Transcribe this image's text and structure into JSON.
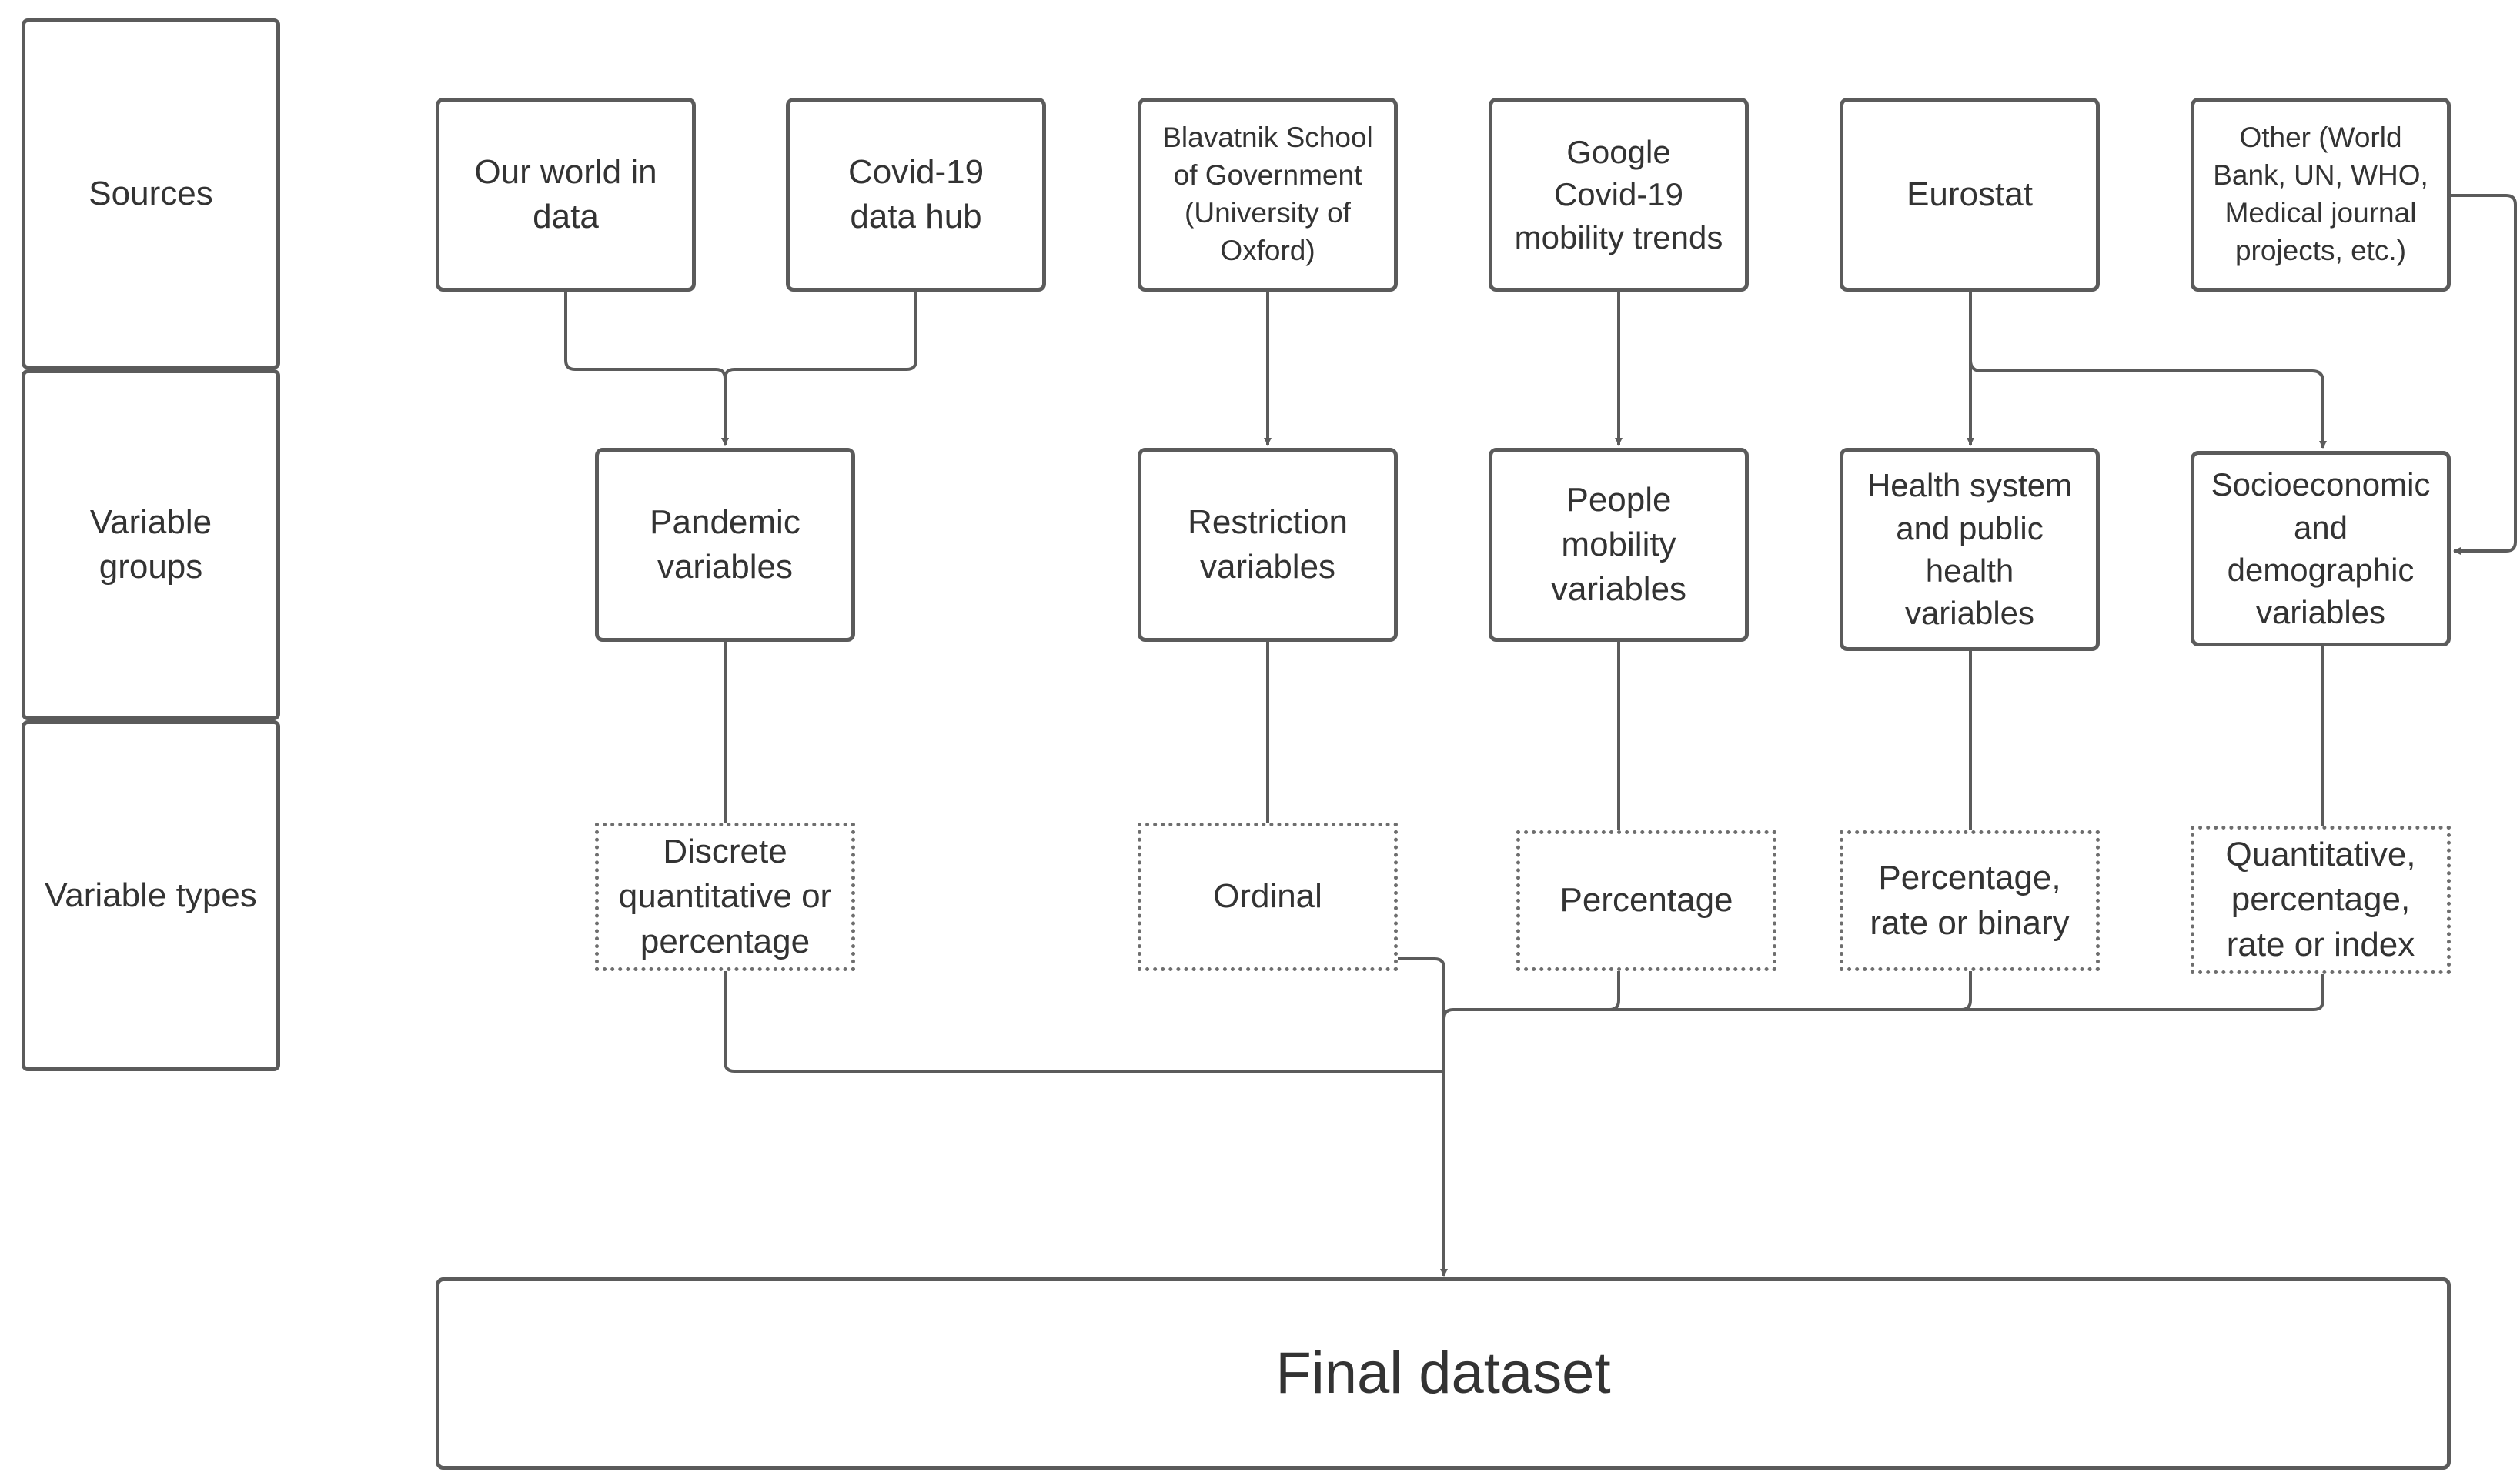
{
  "rows": {
    "sources": "Sources",
    "variable_groups": "Variable\ngroups",
    "variable_types": "Variable types"
  },
  "sources": {
    "owid": "Our world in\ndata",
    "covid_hub": "Covid-19\ndata hub",
    "blavatnik": "Blavatnik School\nof Government\n(University of\nOxford)",
    "google": "Google\nCovid-19\nmobility trends",
    "eurostat": "Eurostat",
    "other": "Other (World\nBank, UN, WHO,\nMedical journal\nprojects, etc.)"
  },
  "groups": {
    "pandemic": "Pandemic\nvariables",
    "restriction": "Restriction\nvariables",
    "mobility": "People\nmobility\nvariables",
    "health": "Health system\nand public\nhealth\nvariables",
    "socio": "Socioeconomic\nand\ndemographic\nvariables"
  },
  "types": {
    "discrete": "Discrete\nquantitative or\npercentage",
    "ordinal": "Ordinal",
    "percentage": "Percentage",
    "pct_rate_binary": "Percentage,\nrate or binary",
    "quant_index": "Quantitative,\npercentage,\nrate or index"
  },
  "final": "Final dataset",
  "colors": {
    "stroke": "#5b5b5b",
    "text": "#333333"
  }
}
